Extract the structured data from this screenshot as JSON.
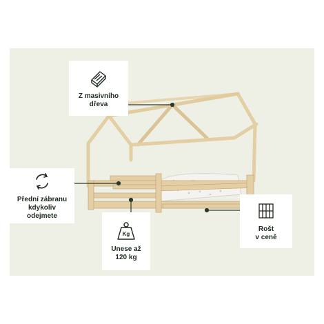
{
  "features": {
    "wood": {
      "icon": "wood-plank-icon",
      "line1": "Z masivního",
      "line2": "dřeva"
    },
    "rail": {
      "icon": "rotate-arrows-icon",
      "line1": "Přední zábranu",
      "line2": "kdykoliv",
      "line3": "odejmete"
    },
    "load": {
      "icon": "kg-weight-icon",
      "icon_text": "Kg",
      "line1": "Unese až",
      "line2": "120 kg"
    },
    "slat": {
      "icon": "slatted-base-icon",
      "line1": "Rošt",
      "line2": "v ceně"
    }
  },
  "colors": {
    "background": "#eef0e6",
    "wood": "#e6d0a6",
    "wood_dark": "#c9ab7c",
    "text": "#1e2a1e",
    "leader": "#2b3b2b"
  }
}
